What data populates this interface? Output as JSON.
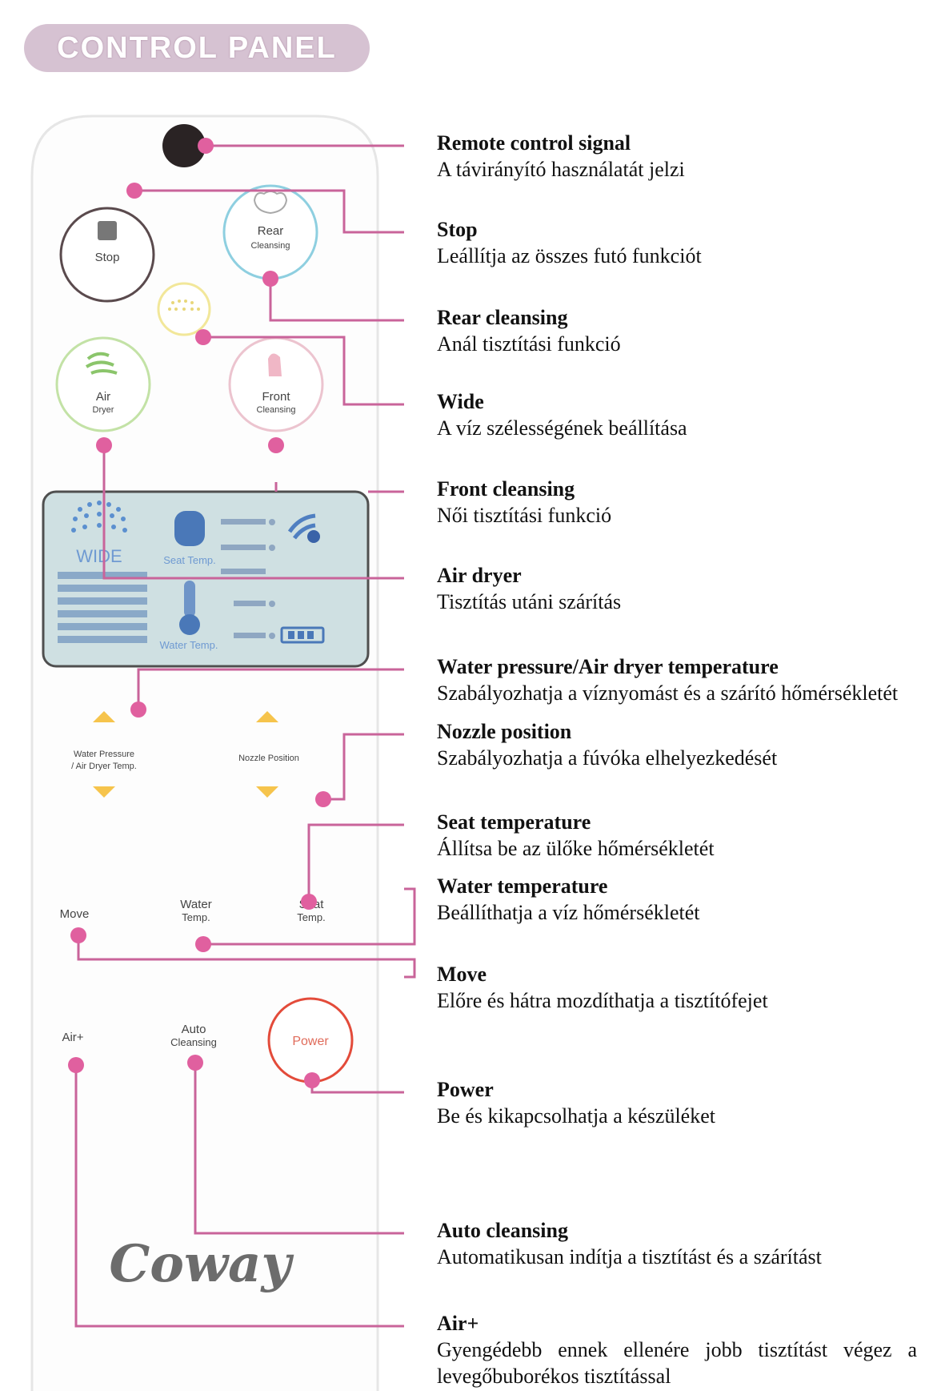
{
  "header": {
    "title": "CONTROL PANEL"
  },
  "panel": {
    "stop": "Stop",
    "rear_1": "Rear",
    "rear_2": "Cleansing",
    "air_1": "Air",
    "air_2": "Dryer",
    "front_1": "Front",
    "front_2": "Cleansing",
    "wide": "WIDE",
    "seat_temp": "Seat Temp.",
    "water_temp": "Water Temp.",
    "water_pressure_1": "Water Pressure",
    "water_pressure_2": "/ Air Dryer Temp.",
    "nozzle": "Nozzle Position",
    "move": "Move",
    "water_btn_1": "Water",
    "water_btn_2": "Temp.",
    "seat_btn_1": "Seat",
    "seat_btn_2": "Temp.",
    "airplus": "Air+",
    "auto_1": "Auto",
    "auto_2": "Cleansing",
    "power": "Power",
    "logo": "Coway"
  },
  "descriptions": [
    {
      "title": "Remote control signal",
      "text": "A távirányító használatát jelzi"
    },
    {
      "title": "Stop",
      "text": "Leállítja az összes futó funkciót"
    },
    {
      "title": "Rear cleansing",
      "text": "Anál tisztítási funkció"
    },
    {
      "title": "Wide",
      "text": "A víz szélességének beállítása"
    },
    {
      "title": "Front cleansing",
      "text": "Női tisztítási funkció"
    },
    {
      "title": "Air dryer",
      "text": "Tisztítás utáni szárítás"
    },
    {
      "title": "Water pressure/Air dryer temperature",
      "text": "Szabályozhatja a víznyomást és a szárító hőmérsékletét"
    },
    {
      "title": "Nozzle position",
      "text": "Szabályozhatja a fúvóka elhelyezkedését"
    },
    {
      "title": "Seat temperature",
      "text": "Állítsa be az ülőke hőmérsékletét"
    },
    {
      "title": "Water temperature",
      "text": "Beállíthatja a víz hőmérsékletét"
    },
    {
      "title": "Move",
      "text": "Előre és hátra mozdíthatja a tisztítófejet"
    },
    {
      "title": "Power",
      "text": "Be és kikapcsolhatja a készüléket"
    },
    {
      "title": "Auto cleansing",
      "text": "Automatikusan indítja a tisztítást és a szárítást"
    },
    {
      "title": "Air+",
      "text": "Gyengédebb ennek ellenére jobb tisztítást végez a levegőbuborékos tisztítással"
    }
  ]
}
